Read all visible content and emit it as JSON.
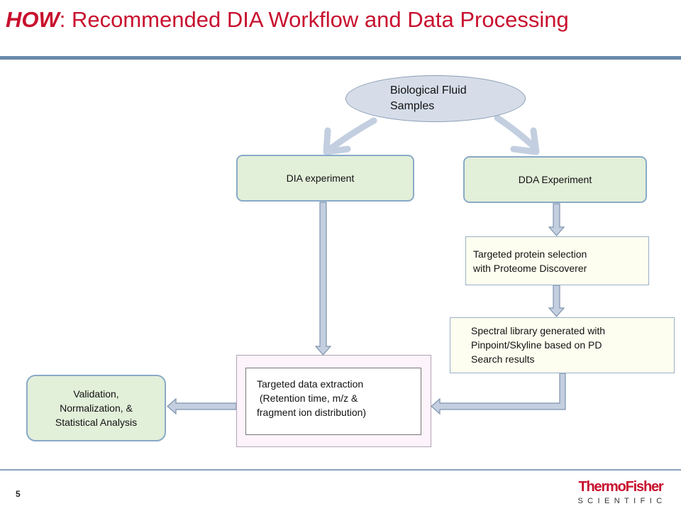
{
  "slide": {
    "title_how": "HOW",
    "title_rest": ":  Recommended DIA Workflow and Data Processing",
    "page_number": "5"
  },
  "nodes": {
    "samples": [
      "Biological Fluid",
      "Samples"
    ],
    "dia": "DIA experiment",
    "dda": "DDA Experiment",
    "protein_selection": [
      "Targeted protein selection",
      "with Proteome Discoverer"
    ],
    "spectral_library": [
      "Spectral library generated with",
      "Pinpoint/Skyline based on PD",
      "Search results"
    ],
    "extraction": [
      "Targeted data extraction",
      " (Retention time, m/z &",
      "fragment ion distribution)"
    ],
    "validation": [
      "Validation,",
      "Normalization, &",
      "Statistical Analysis"
    ]
  },
  "logo": {
    "line1": "ThermoFisher",
    "line2": "SCIENTIFIC"
  },
  "colors": {
    "title_red": "#c8102e",
    "rule_blue": "#6a8aab",
    "arrow_fill": "#c3cfe0",
    "arrow_stroke": "#7f93ad",
    "green_fill": "#e2efd9",
    "pale_fill": "#fefef0",
    "pink_fill": "#fdf3fb"
  }
}
